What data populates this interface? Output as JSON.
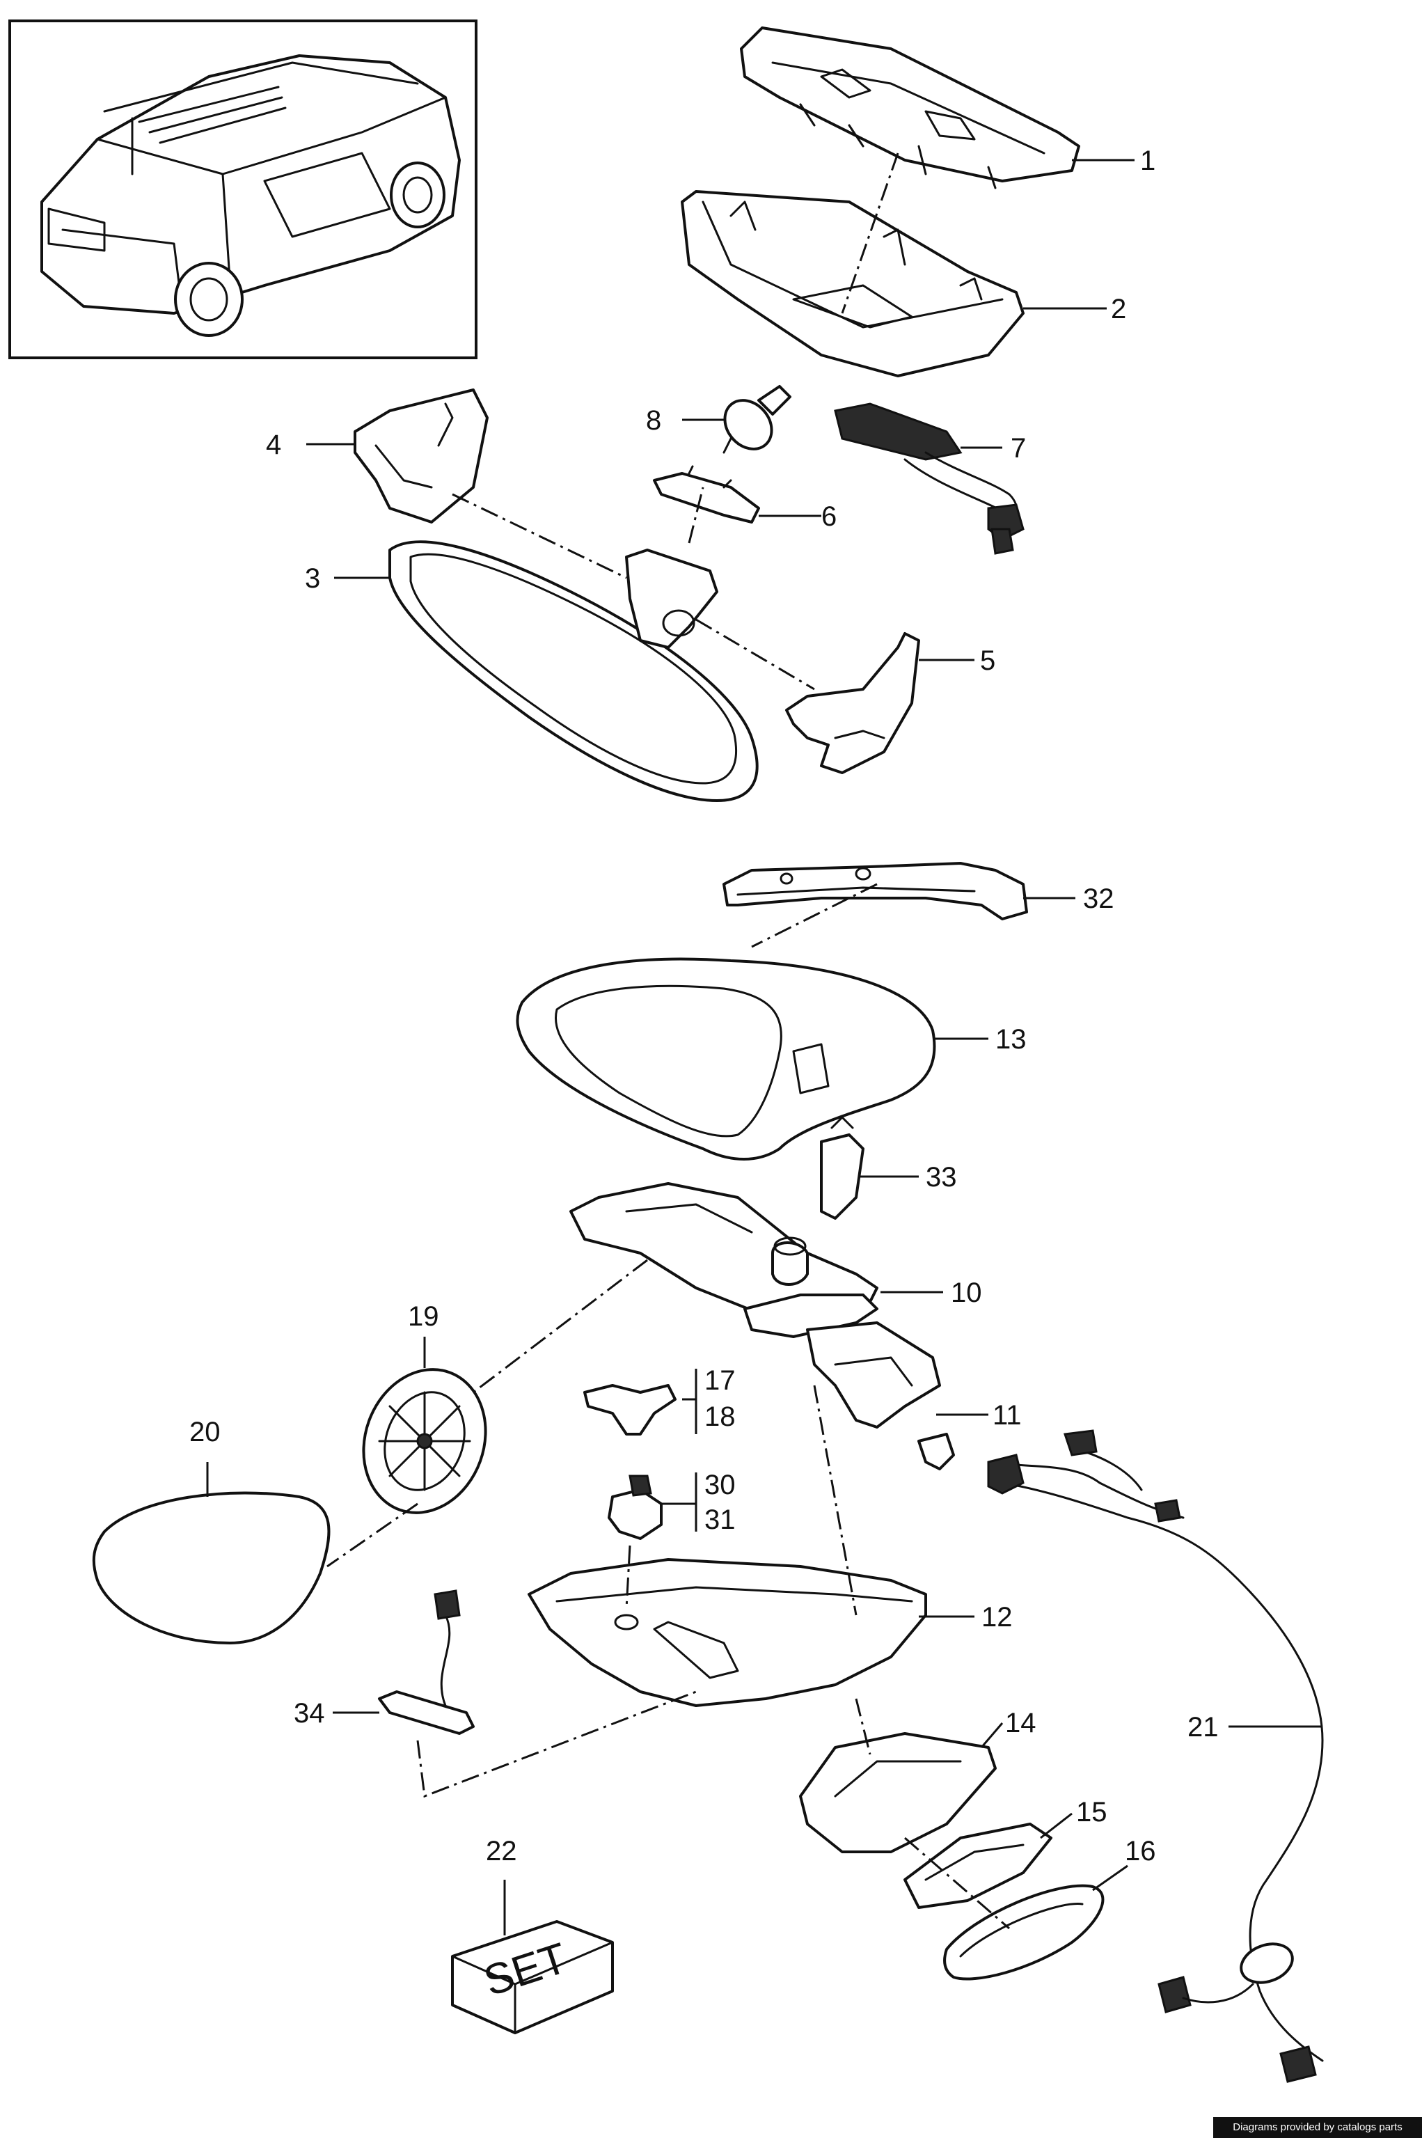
{
  "callouts": {
    "c1": "1",
    "c2": "2",
    "c3": "3",
    "c4": "4",
    "c5": "5",
    "c6": "6",
    "c7": "7",
    "c8": "8",
    "c10": "10",
    "c11": "11",
    "c12": "12",
    "c13": "13",
    "c14": "14",
    "c15": "15",
    "c16": "16",
    "c17": "17",
    "c18": "18",
    "c19": "19",
    "c20": "20",
    "c21": "21",
    "c22": "22",
    "c30": "30",
    "c31": "31",
    "c32": "32",
    "c33": "33",
    "c34": "34"
  },
  "set_box_label": "SET",
  "footer_credit": "Diagrams provided by catalogs parts"
}
